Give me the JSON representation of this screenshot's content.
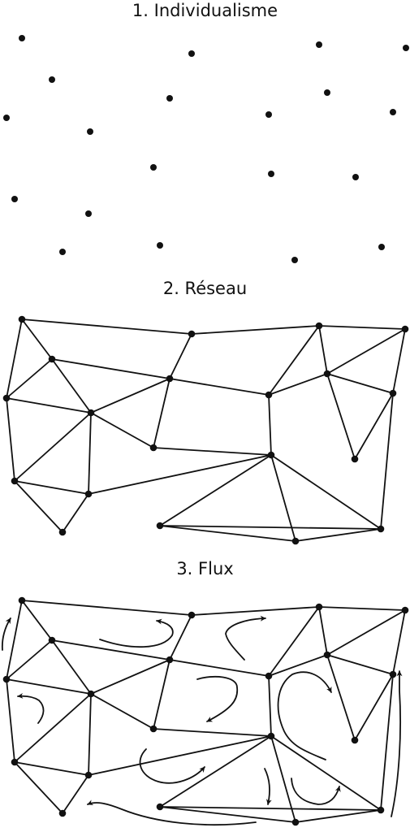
{
  "panels": [
    {
      "title": "1. Individualisme"
    },
    {
      "title": "2. Réseau"
    },
    {
      "title": "3. Flux"
    }
  ],
  "colors": {
    "ink": "#111111",
    "background": "#ffffff"
  }
}
